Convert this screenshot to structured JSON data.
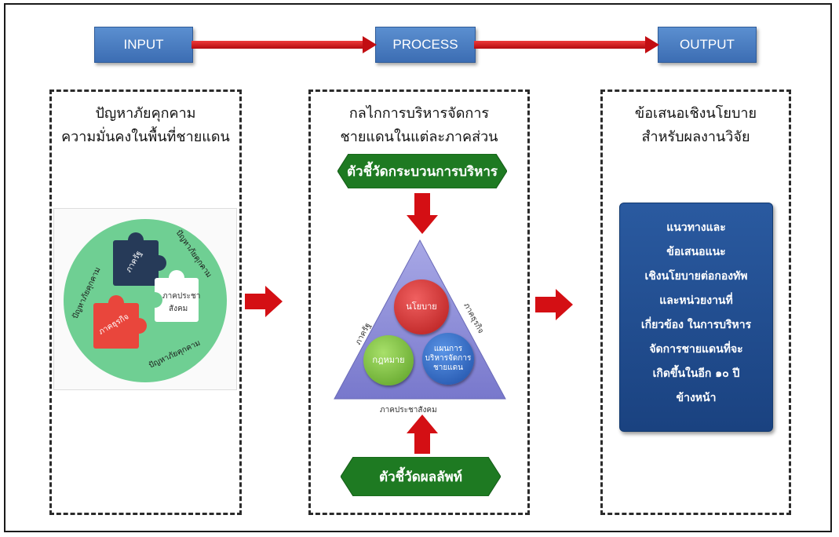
{
  "headers": {
    "input": "INPUT",
    "process": "PROCESS",
    "output": "OUTPUT"
  },
  "input_panel": {
    "title_line1": "ปัญหาภัยคุกคาม",
    "title_line2": "ความมั่นคงในพื้นที่ชายแดน",
    "puzzle": {
      "piece_gov": "ภาครัฐ",
      "piece_private": "ภาคธุรกิจ",
      "piece_civil_line1": "ภาคประชา",
      "piece_civil_line2": "สังคม",
      "threat_left": "ปัญหาภัยคุกคาม",
      "threat_top_right": "ปัญหาภัยคุกคาม",
      "threat_bottom": "ปัญหาภัยคุกคาม"
    }
  },
  "process_panel": {
    "title_line1": "กลไกการบริหารจัดการ",
    "title_line2": "ชายแดนในแต่ละภาคส่วน",
    "process_indicator": "ตัวชี้วัดกระบวนการบริหาร",
    "outcome_indicator": "ตัวชี้วัดผลลัพท์",
    "triangle": {
      "side_left": "ภาครัฐ",
      "side_right": "ภาคธุรกิจ",
      "side_bottom": "ภาคประชาสังคม",
      "circle_policy": "นโยบาย",
      "circle_law": "กฎหมาย",
      "circle_plan_line1": "แผนการ",
      "circle_plan_line2": "บริหารจัดการ",
      "circle_plan_line3": "ชายแดน"
    }
  },
  "output_panel": {
    "title_line1": "ข้อเสนอเชิงนโยบาย",
    "title_line2": "สำหรับผลงานวิจัย",
    "box_lines": [
      "แนวทางและ",
      "ข้อเสนอแนะ",
      "เชิงนโยบายต่อกองทัพ",
      "และหน่วยงานที่",
      "เกี่ยวข้อง ในการบริหาร",
      "จัดการชายแดนที่จะ",
      "เกิดขึ้นในอีก ๑๐ ปี",
      "ข้างหน้า"
    ]
  },
  "colors": {
    "header_blue": "#4a7cc2",
    "arrow_red": "#d40f14",
    "indicator_green": "#1e7a22",
    "output_navy": "#1f4c8c",
    "puzzle_circle": "#6fcf93",
    "puzzle_navy": "#263a58",
    "puzzle_red": "#e9463c",
    "triangle_purple": "#8a8ad6",
    "circle_red": "#d42a2a",
    "circle_green": "#7cc23c",
    "circle_blue": "#2d67c7"
  }
}
